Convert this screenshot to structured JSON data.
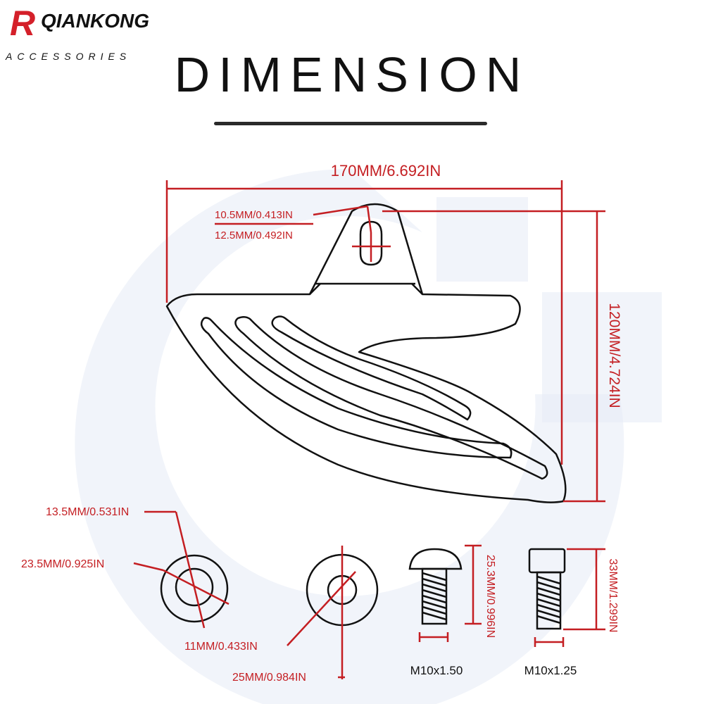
{
  "brand": {
    "initial": "R",
    "name": "QIANKONG",
    "tagline": "ACCESSORIES"
  },
  "title": "DIMENSION",
  "dimensions": {
    "width": "170MM/6.692IN",
    "height": "120MM/4.724IN",
    "slot_width": "10.5MM/0.413IN",
    "slot_length": "12.5MM/0.492IN"
  },
  "washers": {
    "small_outer": "23.5MM/0.925IN",
    "small_inner": "13.5MM/0.531IN",
    "large_inner": "11MM/0.433IN",
    "large_outer": "25MM/0.984IN"
  },
  "bolts": [
    {
      "length": "25.3MM/0.996IN",
      "thread": "M10x1.50"
    },
    {
      "length": "33MM/1.299IN",
      "thread": "M10x1.25"
    }
  ],
  "colors": {
    "dimension": "#c41e22",
    "outline": "#111111",
    "brand_accent": "#d4202a",
    "watermark": "#e6ebf5"
  }
}
